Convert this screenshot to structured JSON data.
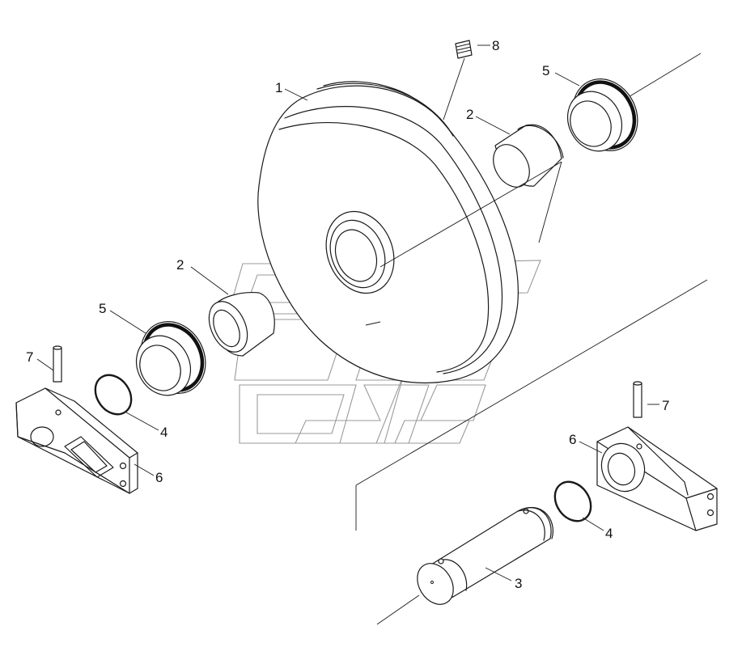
{
  "callouts": [
    {
      "id": "1",
      "text": "1"
    },
    {
      "id": "2a",
      "text": "2"
    },
    {
      "id": "2b",
      "text": "2"
    },
    {
      "id": "3",
      "text": "3"
    },
    {
      "id": "4a",
      "text": "4"
    },
    {
      "id": "4b",
      "text": "4"
    },
    {
      "id": "5a",
      "text": "5"
    },
    {
      "id": "5b",
      "text": "5"
    },
    {
      "id": "6a",
      "text": "6"
    },
    {
      "id": "6b",
      "text": "6"
    },
    {
      "id": "7a",
      "text": "7"
    },
    {
      "id": "7b",
      "text": "7"
    },
    {
      "id": "8",
      "text": "8"
    }
  ],
  "parts": {
    "idler_wheel": "idler-wheel",
    "bushing": "bushing",
    "shaft": "shaft",
    "o_ring": "o-ring",
    "seal_assembly": "seal-assembly",
    "bracket": "bracket",
    "pin": "pin",
    "plug": "plug"
  }
}
